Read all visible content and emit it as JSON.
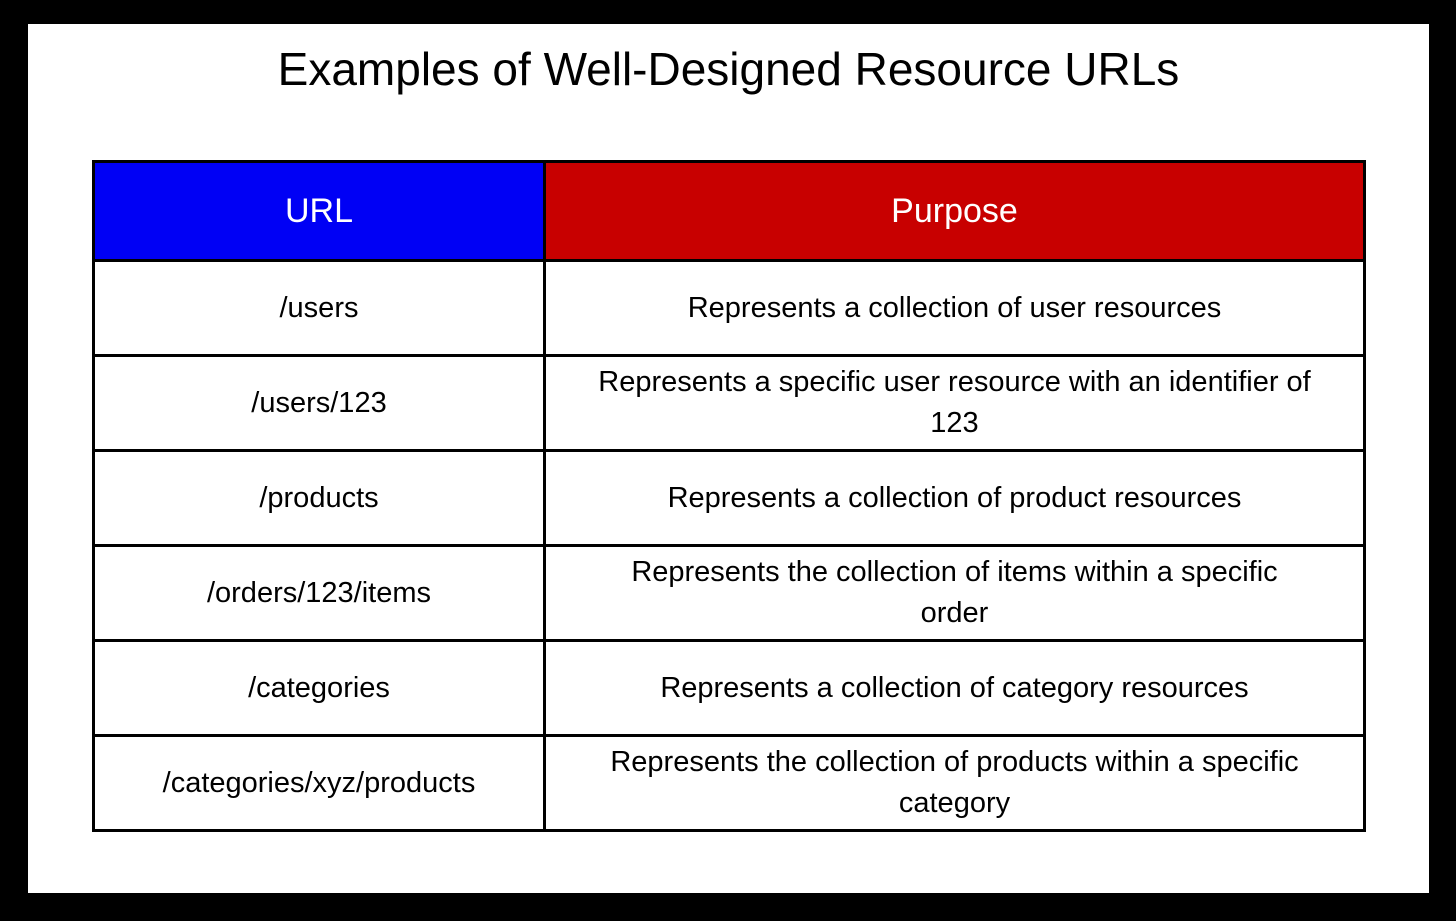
{
  "page": {
    "title": "Examples of Well-Designed Resource URLs"
  },
  "colors": {
    "frame": "#000000",
    "panel_background": "#ffffff",
    "url_header_background": "#0000f5",
    "purpose_header_background": "#c80000",
    "header_text": "#ffffff",
    "cell_text": "#000000",
    "table_border": "#000000"
  },
  "table": {
    "headers": [
      {
        "label": "URL"
      },
      {
        "label": "Purpose"
      }
    ],
    "rows": [
      {
        "url": "/users",
        "purpose": "Represents a collection of user resources"
      },
      {
        "url": "/users/123",
        "purpose": "Represents a specific user resource with an identifier of\n123"
      },
      {
        "url": "/products",
        "purpose": "Represents a collection of product resources"
      },
      {
        "url": "/orders/123/items",
        "purpose": "Represents the collection of items within a specific\norder"
      },
      {
        "url": "/categories",
        "purpose": "Represents a collection of category resources"
      },
      {
        "url": "/categories/xyz/products",
        "purpose": "Represents the collection of products within a specific\ncategory"
      }
    ]
  },
  "chart_data": {
    "type": "table",
    "title": "Examples of Well-Designed Resource URLs",
    "columns": [
      "URL",
      "Purpose"
    ],
    "rows": [
      [
        "/users",
        "Represents a collection of user resources"
      ],
      [
        "/users/123",
        "Represents a specific user resource with an identifier of 123"
      ],
      [
        "/products",
        "Represents a collection of product resources"
      ],
      [
        "/orders/123/items",
        "Represents the collection of items within a specific order"
      ],
      [
        "/categories",
        "Represents a collection of category resources"
      ],
      [
        "/categories/xyz/products",
        "Represents the collection of products within a specific category"
      ]
    ]
  }
}
